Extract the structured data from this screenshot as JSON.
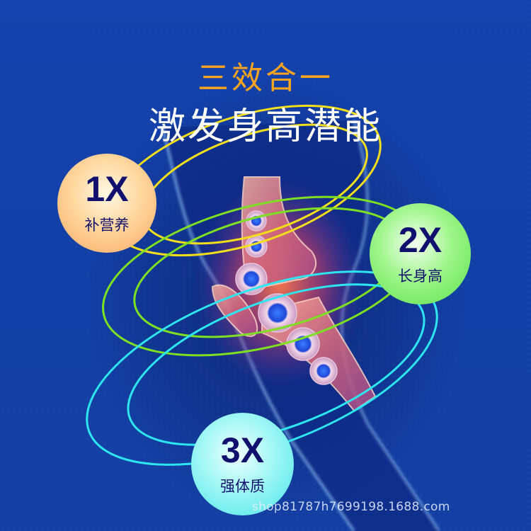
{
  "headline": {
    "line1": "三效合一",
    "line2": "激发身高潜能"
  },
  "badges": [
    {
      "multiplier": "1X",
      "label": "补营养",
      "color": "#f9b878"
    },
    {
      "multiplier": "2X",
      "label": "长身高",
      "color": "#7eec68"
    },
    {
      "multiplier": "3X",
      "label": "强体质",
      "color": "#6fecef"
    }
  ],
  "rings": {
    "colors": {
      "yellow": "#f2de1a",
      "green": "#7ee022",
      "cyan": "#2de6f0"
    }
  },
  "illustration": {
    "subject": "knee-joint-xray-with-cells"
  },
  "footer": {
    "watermark": "shop81787h7699198.1688.com"
  },
  "colors": {
    "background": "#1340a8",
    "title_accent": "#f7a51e",
    "title_main": "#ffffff",
    "badge_text": "#12106e"
  }
}
